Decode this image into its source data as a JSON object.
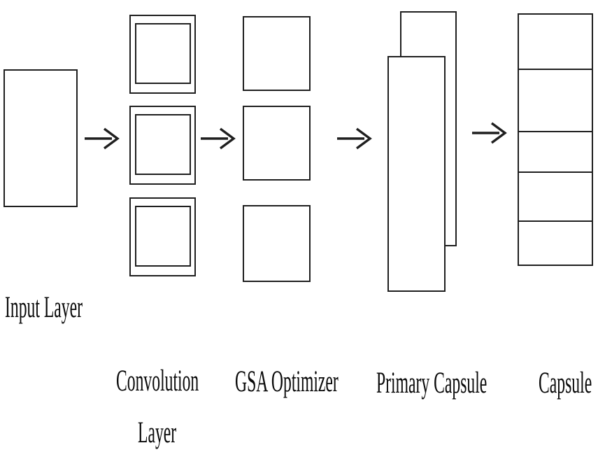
{
  "figure": {
    "background_color": "#ffffff",
    "line_color": "#1f1f1f",
    "text_color": "#0a0a0a",
    "stages": [
      {
        "name": "input-layer",
        "label": "Input Layer",
        "shape": "tall-rectangle"
      },
      {
        "name": "convolution-layer",
        "label": "Convolution Layer",
        "label_lines": [
          "Convolution",
          "Layer"
        ],
        "shape": "three-nested-squares",
        "square_count": 3
      },
      {
        "name": "gsa-optimizer",
        "label": "GSA Optimizer",
        "shape": "three-squares",
        "square_count": 3
      },
      {
        "name": "primary-capsule",
        "label": "Primary Capsule",
        "shape": "two-overlapping-tall-rectangles",
        "rectangle_count": 2
      },
      {
        "name": "capsule",
        "label": "Capsule",
        "shape": "segmented-column",
        "cell_count": 5
      }
    ],
    "arrows": [
      {
        "from": "input-layer",
        "to": "convolution-layer"
      },
      {
        "from": "convolution-layer",
        "to": "gsa-optimizer"
      },
      {
        "from": "gsa-optimizer",
        "to": "primary-capsule"
      },
      {
        "from": "primary-capsule",
        "to": "capsule"
      }
    ]
  }
}
